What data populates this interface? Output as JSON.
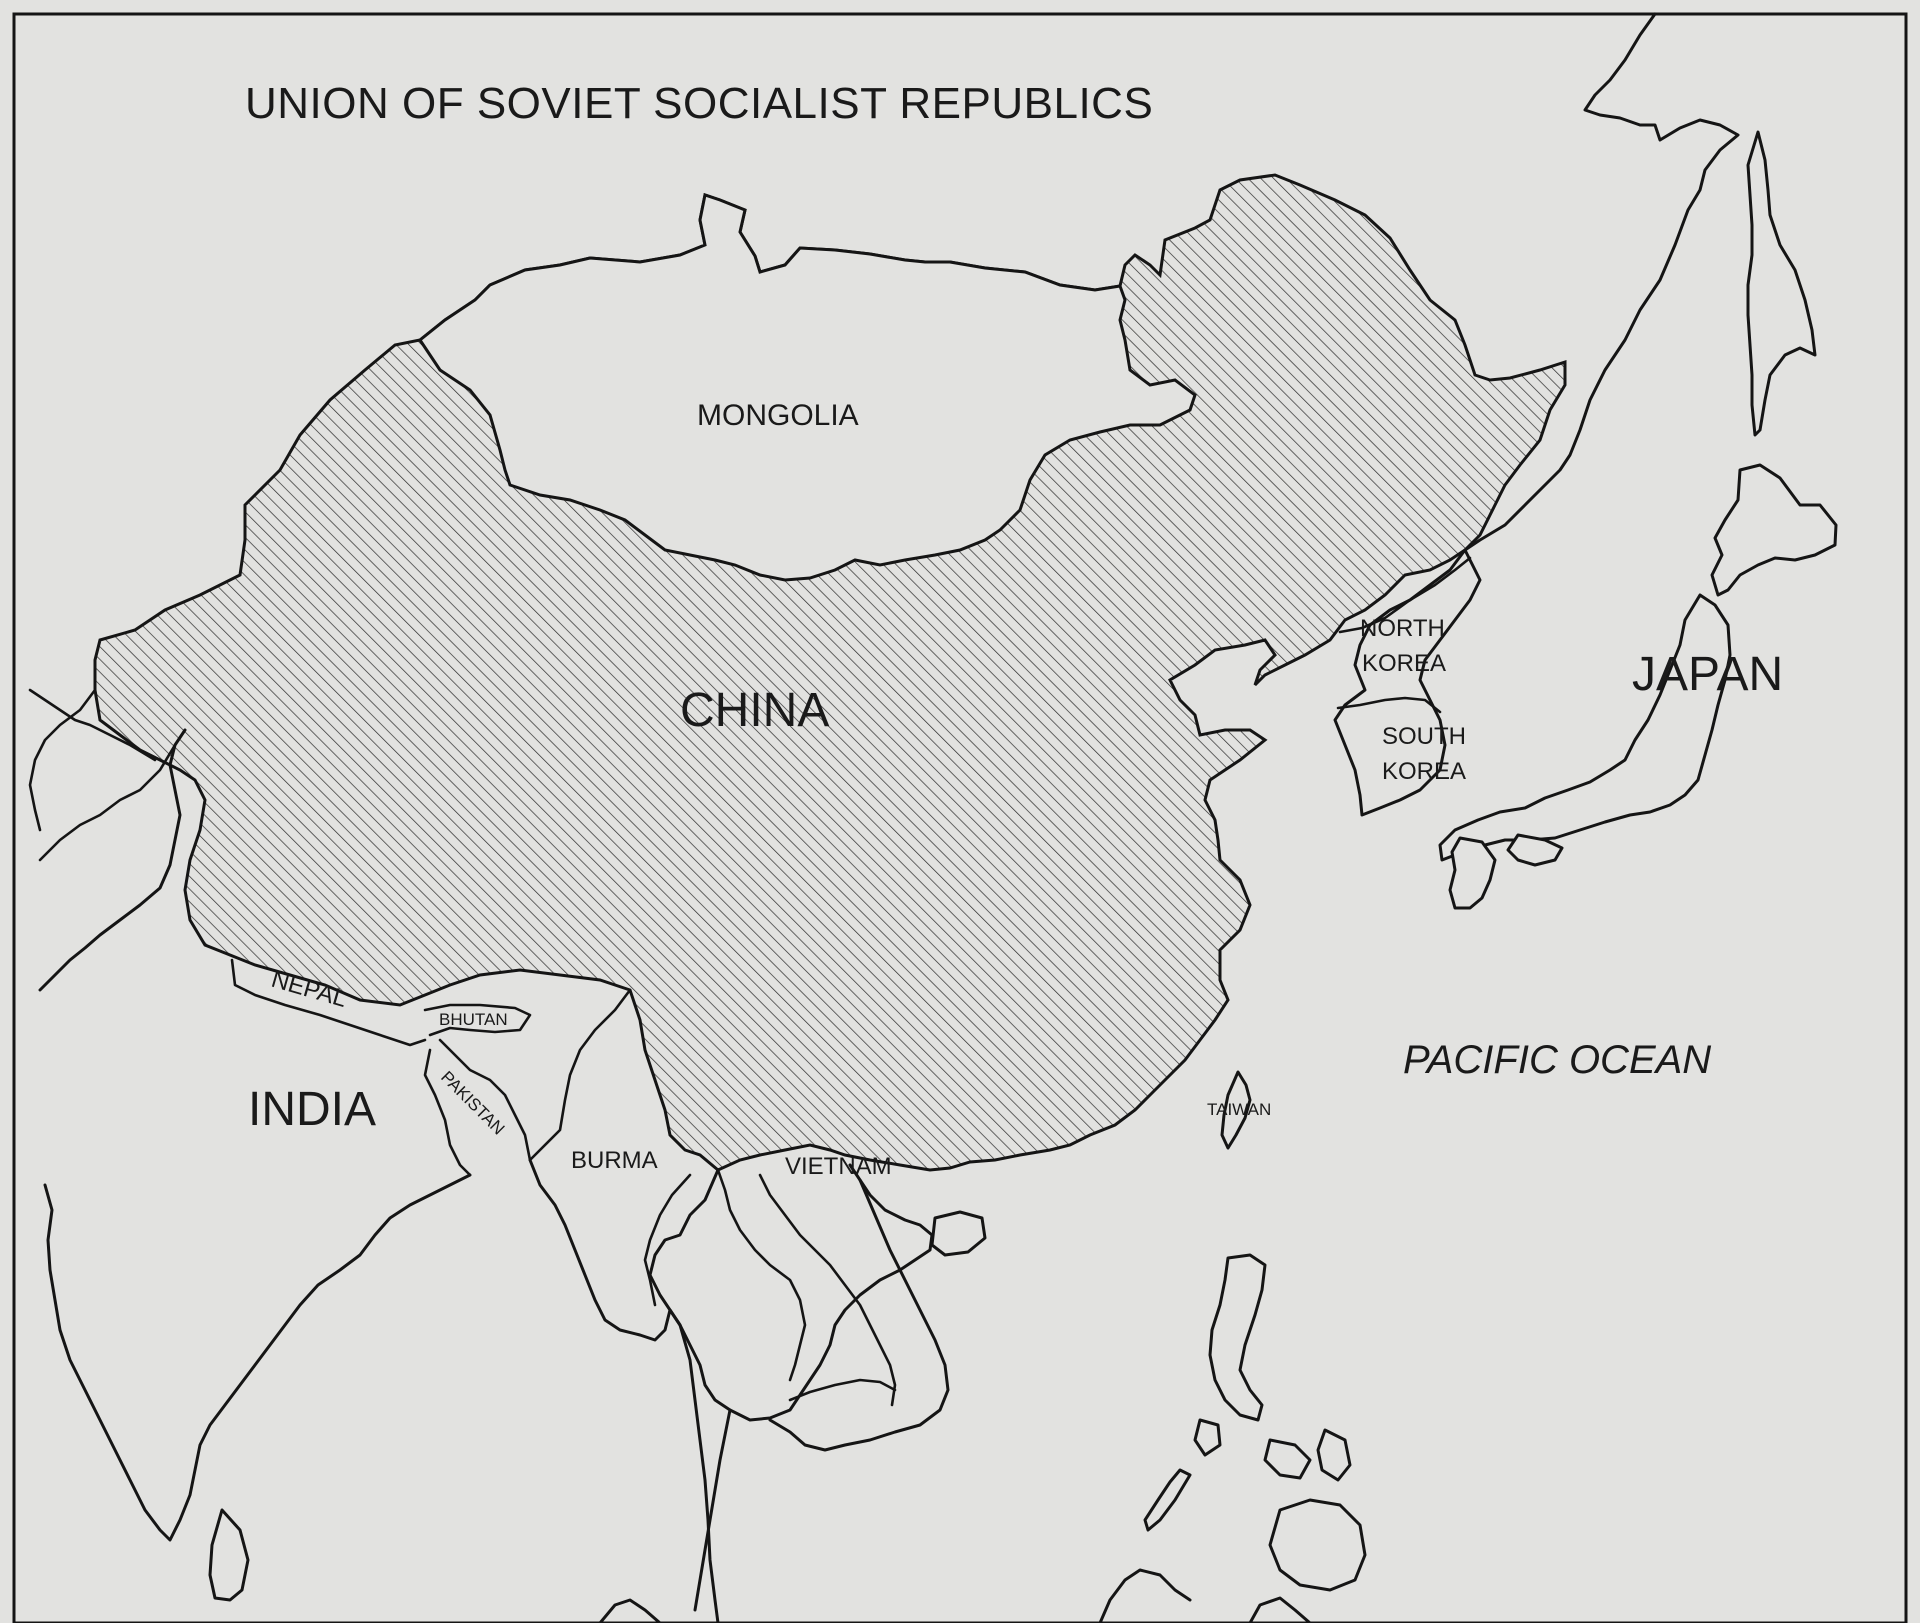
{
  "map": {
    "title": "UNION OF SOVIET SOCIALIST REPUBLICS",
    "highlight_color": "#2b2b2b",
    "background_color": "#e2e2e0",
    "labels": {
      "mongolia": "MONGOLIA",
      "china": "CHINA",
      "north_korea_line1": "NORTH",
      "north_korea_line2": "KOREA",
      "south_korea_line1": "SOUTH",
      "south_korea_line2": "KOREA",
      "japan": "JAPAN",
      "nepal": "NEPAL",
      "bhutan": "BHUTAN",
      "pakistan": "PAKISTAN",
      "india": "INDIA",
      "burma": "BURMA",
      "vietnam": "VIETNAM",
      "taiwan": "TAIWAN",
      "pacific_ocean": "PACIFIC OCEAN"
    }
  }
}
